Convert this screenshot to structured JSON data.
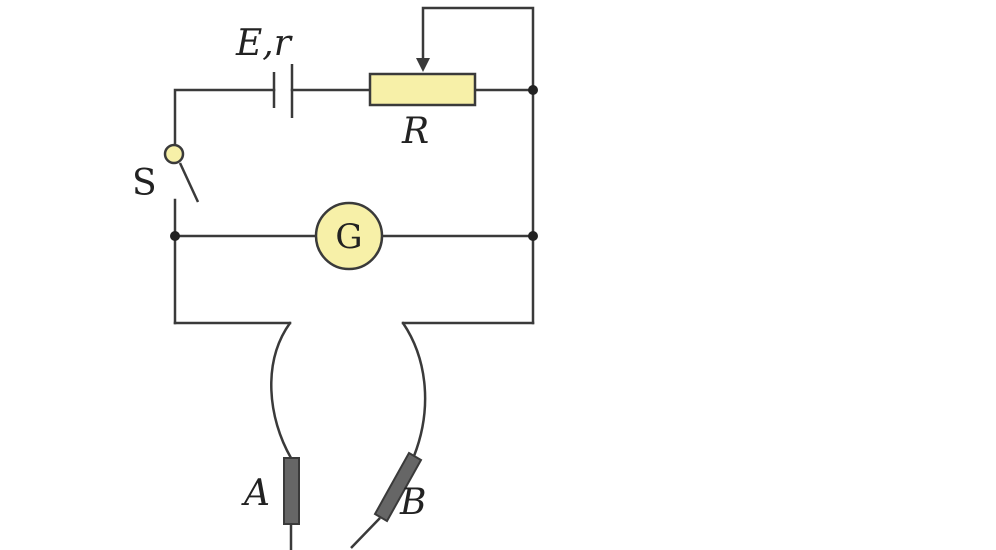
{
  "labels": {
    "emf": "E,r",
    "resistor": "R",
    "switch": "S",
    "galvanometer": "G",
    "probe_a": "A",
    "probe_b": "B"
  },
  "colors": {
    "wire": "#3a3a3a",
    "component_fill": "#f7f0a8",
    "probe_fill": "#666666"
  }
}
